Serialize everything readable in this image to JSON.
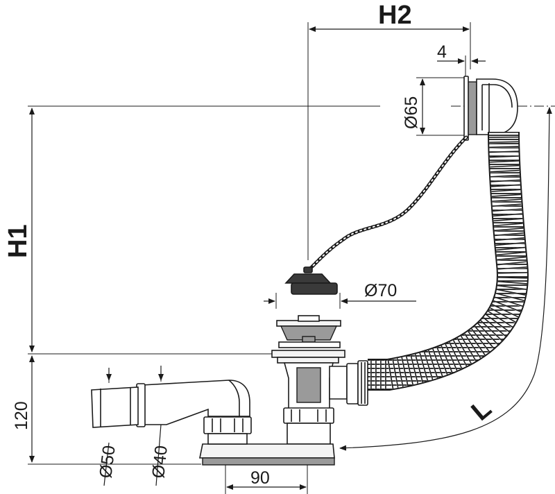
{
  "labels": {
    "h1": "H1",
    "h2": "H2",
    "l": "L",
    "dim_4": "4",
    "dia_65": "Ø65",
    "dia_70": "Ø70",
    "dim_120": "120",
    "dia_50": "Ø50",
    "dia_40": "Ø40",
    "dim_90": "90"
  }
}
